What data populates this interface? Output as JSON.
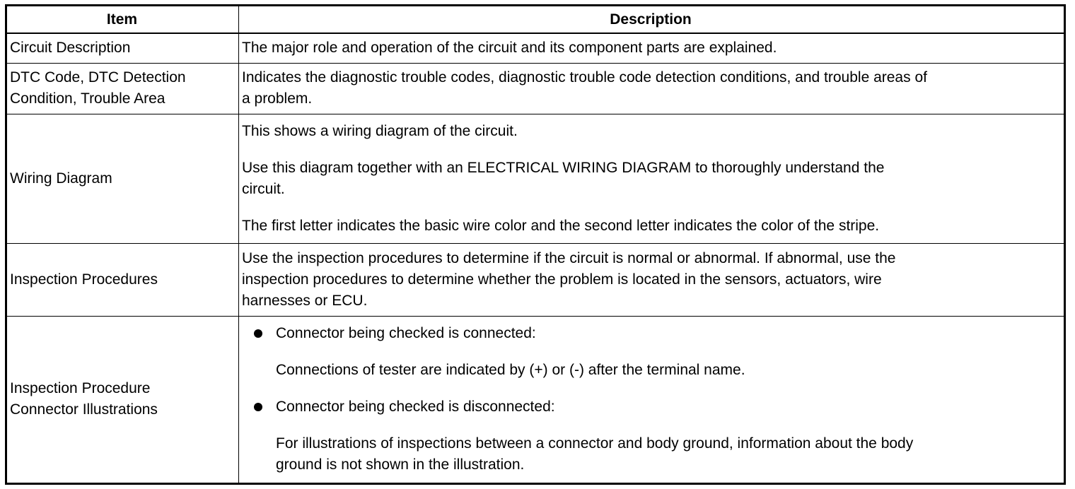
{
  "headers": {
    "item": "Item",
    "description": "Description"
  },
  "rows": [
    {
      "item": "Circuit Description",
      "desc": [
        "The major role and operation of the circuit and its component parts are explained."
      ]
    },
    {
      "item_lines": [
        "DTC Code, DTC Detection",
        "Condition, Trouble Area"
      ],
      "desc_lines": [
        "Indicates the diagnostic trouble codes, diagnostic trouble code detection conditions, and trouble areas of",
        "a problem."
      ]
    },
    {
      "item": "Wiring Diagram",
      "p1": "This shows a wiring diagram of the circuit.",
      "p2_lines": [
        "Use this diagram together with an ELECTRICAL WIRING DIAGRAM to thoroughly understand the",
        "circuit."
      ],
      "p3": "The first letter indicates the basic wire color and the second letter indicates the color of the stripe."
    },
    {
      "item": "Inspection Procedures",
      "desc_lines": [
        "Use the inspection procedures to determine if the circuit is normal or abnormal. If abnormal, use the",
        "inspection procedures to determine whether the problem is located in the sensors, actuators, wire",
        "harnesses or ECU."
      ]
    },
    {
      "item_lines": [
        "Inspection Procedure",
        "Connector Illustrations"
      ],
      "bullet1": "Connector being checked is connected:",
      "bullet1_note": "Connections of tester are indicated by (+) or (-) after the terminal name.",
      "bullet2": "Connector being checked is disconnected:",
      "bullet2_note_lines": [
        "For illustrations of inspections between a connector and body ground, information about the body",
        "ground is not shown in the illustration."
      ]
    }
  ]
}
